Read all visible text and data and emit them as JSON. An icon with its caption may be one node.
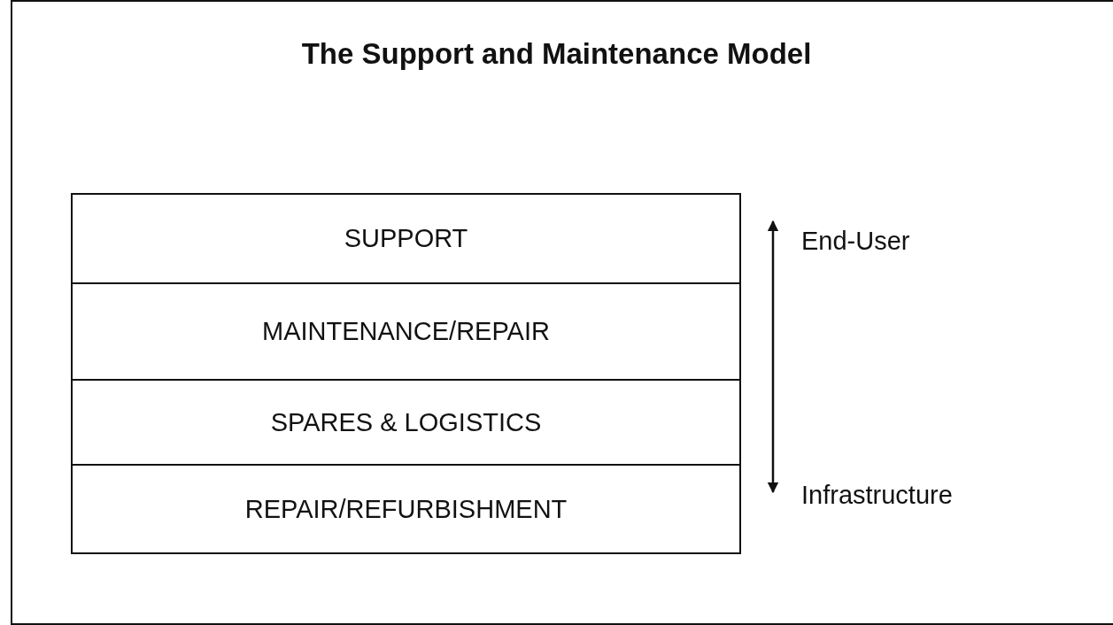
{
  "diagram": {
    "title": "The Support and Maintenance Model",
    "nodes": [
      {
        "text": [
          "SUPPORT"
        ]
      },
      {
        "text": [
          "MAINTENANCE/REPAIR"
        ]
      },
      {
        "text": [
          "SPARES & LOGISTICS"
        ]
      },
      {
        "text": [
          "REPAIR/REFURBISHMENT"
        ]
      }
    ],
    "labels": [
      "End-User",
      "Infrastructure"
    ]
  }
}
